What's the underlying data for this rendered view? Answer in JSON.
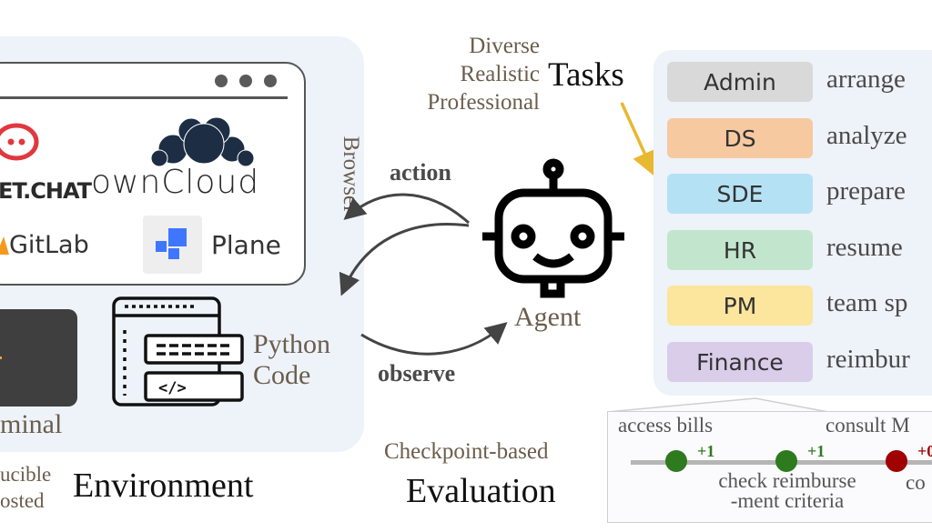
{
  "environment": {
    "title": "Environment",
    "subtitle_lines": [
      "ucible",
      "osted"
    ],
    "browser_label": "Browser",
    "apps": {
      "rocketchat": "ET.CHAT",
      "owncloud": "ownCloud",
      "gitlab": "GitLab",
      "plane": "Plane"
    },
    "terminal_label": "minal",
    "python_label_line1": "Python",
    "python_label_line2": "Code"
  },
  "agent": {
    "label": "Agent",
    "action_label": "action",
    "observe_label": "observe"
  },
  "tasks": {
    "title": "Tasks",
    "descriptors": [
      "Diverse",
      "Realistic",
      "Professional"
    ],
    "items": [
      {
        "category": "Admin",
        "text": "arrange",
        "color": "#d9d9d9"
      },
      {
        "category": "DS",
        "text": "analyze",
        "color": "#f7c9a1"
      },
      {
        "category": "SDE",
        "text": "prepare",
        "color": "#b5e1f5"
      },
      {
        "category": "HR",
        "text": "resume",
        "color": "#c2e6cd"
      },
      {
        "category": "PM",
        "text": "team sp",
        "color": "#fce59c"
      },
      {
        "category": "Finance",
        "text": "reimbur",
        "color": "#d9cdea"
      }
    ],
    "arrow_color": "#e8b830"
  },
  "evaluation": {
    "subtitle": "Checkpoint-based",
    "title": "Evaluation",
    "checkpoints": [
      {
        "label_above": "access bills",
        "score": "+1",
        "status": "pass"
      },
      {
        "label_below_1": "check reimburse",
        "label_below_2": "-ment criteria",
        "score": "+1",
        "status": "pass"
      },
      {
        "label_above": "consult M",
        "label_below_1": "co",
        "score": "+0",
        "status": "fail"
      }
    ],
    "pass_color": "#2e7a1f",
    "fail_color": "#a00000"
  }
}
